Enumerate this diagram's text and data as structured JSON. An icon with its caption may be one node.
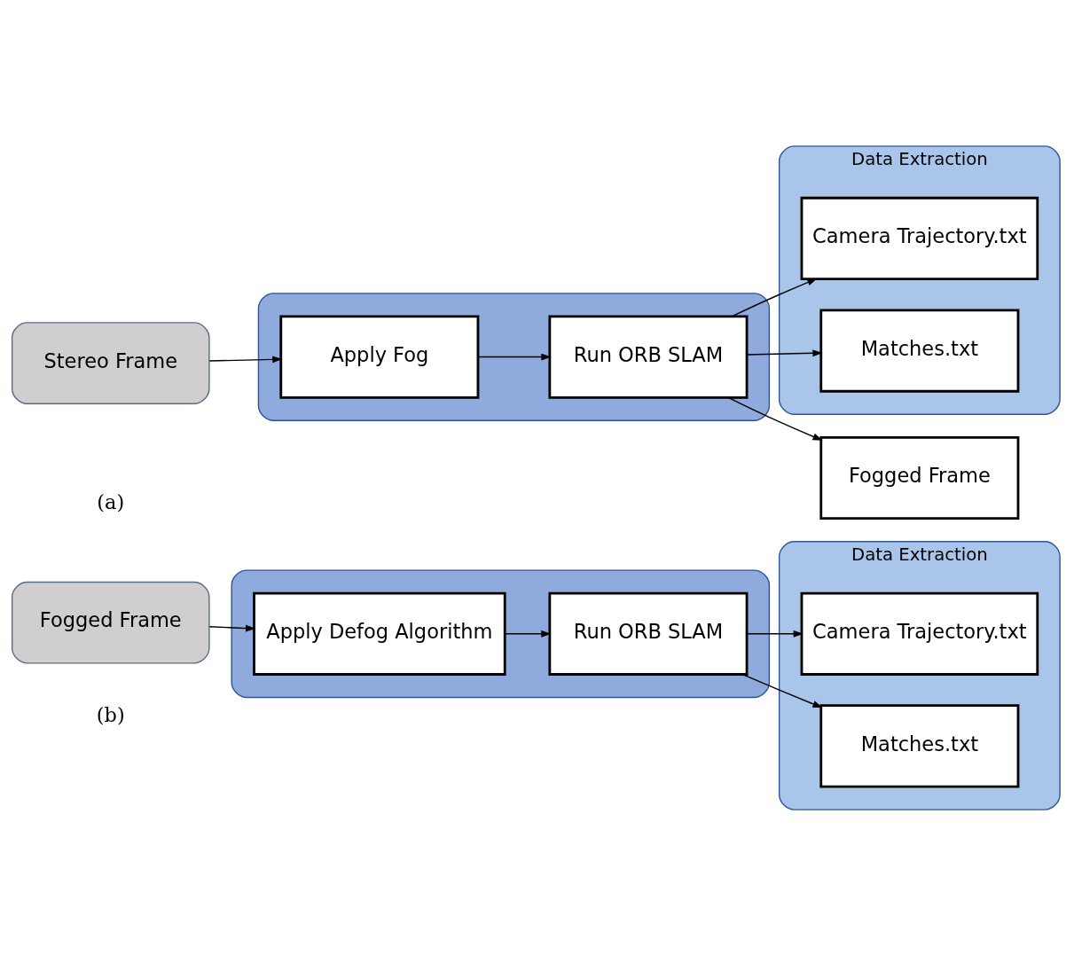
{
  "diagram": {
    "nodes": [
      {
        "text": [
          "Stereo Frame"
        ]
      },
      {
        "text": [],
        "shape": "box"
      },
      {
        "text": [
          "Apply Fog"
        ],
        "in": 1
      },
      {
        "text": [
          "Run ORB SLAM"
        ],
        "in": 1
      },
      {
        "text": [
          "Data Extraction"
        ]
      },
      {
        "text": [
          "Camera Trajectory.txt"
        ],
        "in": 4
      },
      {
        "text": [
          "Matches.txt"
        ],
        "in": 4
      },
      {
        "text": [
          "Fogged Frame"
        ]
      },
      {
        "text": [
          "Fogged Frame"
        ]
      },
      {
        "text": [],
        "shape": "box"
      },
      {
        "text": [
          "Apply Defog Algorithm"
        ],
        "in": 9
      },
      {
        "text": [
          "Run ORB SLAM"
        ],
        "in": 9
      },
      {
        "text": [
          "Data Extraction"
        ]
      },
      {
        "text": [
          "Camera Trajectory.txt"
        ],
        "in": 12
      },
      {
        "text": [
          "Matches.txt"
        ],
        "in": 12
      }
    ],
    "edges": [
      {
        "from": 0,
        "to": 2,
        "arrow": "to"
      },
      {
        "from": 2,
        "to": 3,
        "arrow": "to"
      },
      {
        "from": 3,
        "to": 5,
        "arrow": "to"
      },
      {
        "from": 3,
        "to": 6,
        "arrow": "to"
      },
      {
        "from": 3,
        "to": 7,
        "arrow": "to"
      },
      {
        "from": 8,
        "to": 10,
        "arrow": "to"
      },
      {
        "from": 10,
        "to": 11,
        "arrow": "to"
      },
      {
        "from": 11,
        "to": 13,
        "arrow": "to"
      },
      {
        "from": 11,
        "to": 14,
        "arrow": "to"
      }
    ],
    "labels": [
      "(a)",
      "(b)"
    ]
  }
}
